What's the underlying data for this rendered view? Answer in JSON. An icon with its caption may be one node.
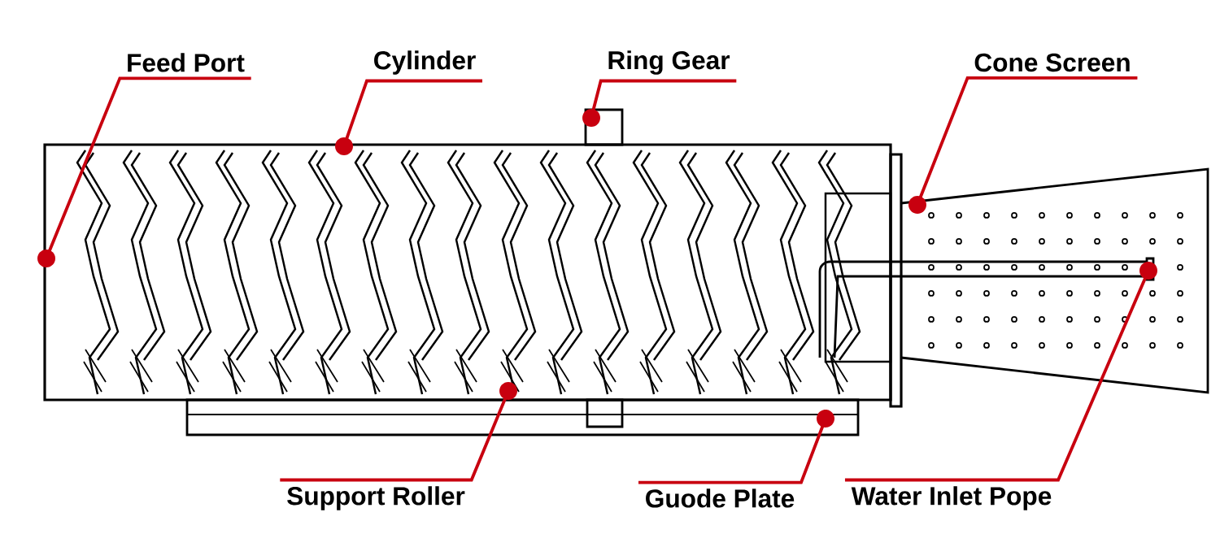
{
  "diagram": {
    "nodes": [
      {
        "text": [
          "Feed Port"
        ]
      },
      {
        "text": [
          "Cylinder"
        ]
      },
      {
        "text": [
          "Ring Gear"
        ]
      },
      {
        "text": [
          "Cone Screen"
        ]
      },
      {
        "text": [
          "Support Roller"
        ]
      },
      {
        "text": [
          "Guode Plate"
        ]
      },
      {
        "text": [
          "Water Inlet Pope"
        ]
      }
    ],
    "edges": [
      {
        "from": null,
        "to": 0,
        "arrow": "other"
      },
      {
        "from": null,
        "to": 1,
        "arrow": "other"
      },
      {
        "from": null,
        "to": 2,
        "arrow": "other"
      },
      {
        "from": null,
        "to": 3,
        "arrow": "other"
      },
      {
        "from": null,
        "to": 4,
        "arrow": "other"
      },
      {
        "from": null,
        "to": 5,
        "arrow": "other"
      },
      {
        "from": null,
        "to": 6,
        "arrow": "other"
      }
    ]
  }
}
